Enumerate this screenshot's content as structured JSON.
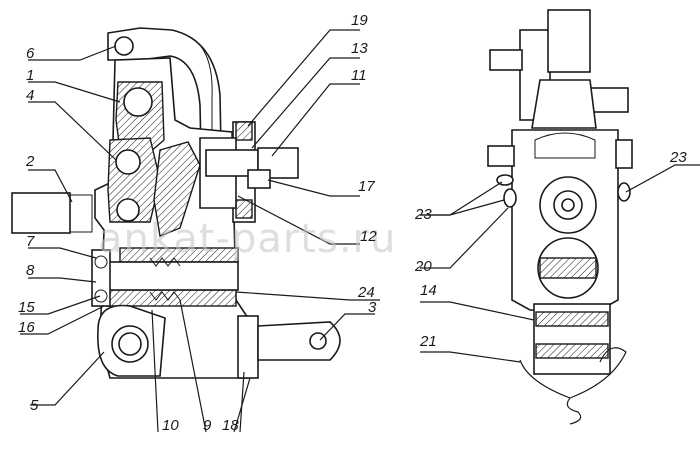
{
  "watermark": "ankat-parts.ru",
  "labels": {
    "l1": "1",
    "l2": "2",
    "l3": "3",
    "l4": "4",
    "l5": "5",
    "l6": "6",
    "l7": "7",
    "l8": "8",
    "l9": "9",
    "l10": "10",
    "l11": "11",
    "l12": "12",
    "l13": "13",
    "l14": "14",
    "l15": "15",
    "l16": "16",
    "l17": "17",
    "l18": "18",
    "l19": "19",
    "l20": "20",
    "l21": "21",
    "l23a": "23",
    "l23b": "23",
    "l24": "24"
  }
}
